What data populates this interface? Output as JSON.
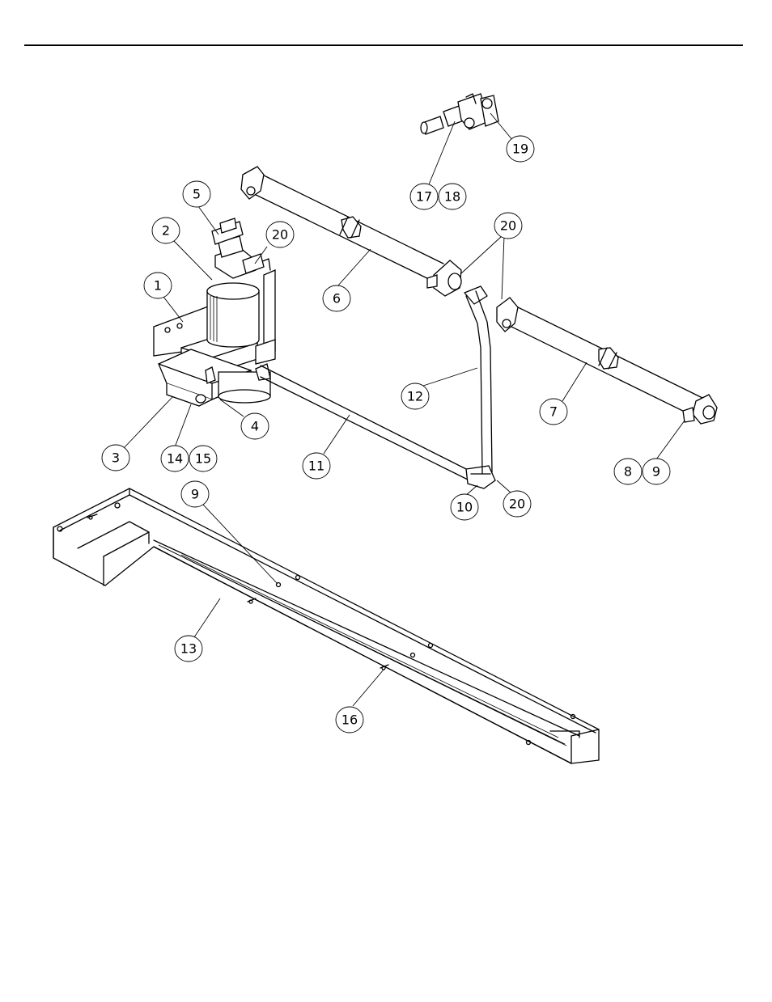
{
  "diagram": {
    "callouts": [
      {
        "id": "c1",
        "label": "1"
      },
      {
        "id": "c2",
        "label": "2"
      },
      {
        "id": "c3",
        "label": "3"
      },
      {
        "id": "c4",
        "label": "4"
      },
      {
        "id": "c5",
        "label": "5"
      },
      {
        "id": "c6",
        "label": "6"
      },
      {
        "id": "c7",
        "label": "7"
      },
      {
        "id": "c8",
        "label": "8"
      },
      {
        "id": "c9a",
        "label": "9"
      },
      {
        "id": "c9b",
        "label": "9"
      },
      {
        "id": "c10",
        "label": "10"
      },
      {
        "id": "c11",
        "label": "11"
      },
      {
        "id": "c12",
        "label": "12"
      },
      {
        "id": "c13",
        "label": "13"
      },
      {
        "id": "c14",
        "label": "14"
      },
      {
        "id": "c15",
        "label": "15"
      },
      {
        "id": "c16",
        "label": "16"
      },
      {
        "id": "c17",
        "label": "17"
      },
      {
        "id": "c18",
        "label": "18"
      },
      {
        "id": "c19",
        "label": "19"
      },
      {
        "id": "c20a",
        "label": "20"
      },
      {
        "id": "c20b",
        "label": "20"
      },
      {
        "id": "c20c",
        "label": "20"
      }
    ]
  }
}
